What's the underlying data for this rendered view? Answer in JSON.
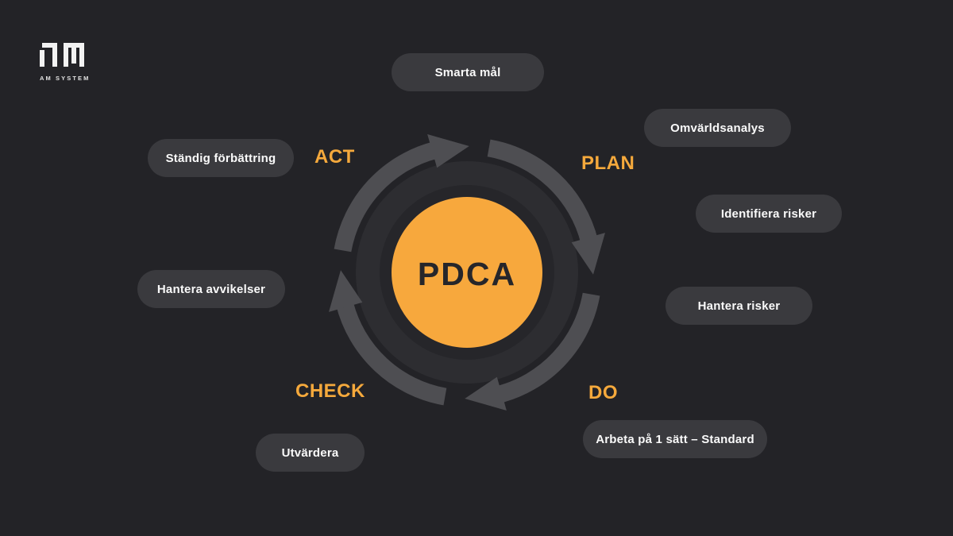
{
  "logo": {
    "brand": "AM SYSTEM"
  },
  "center": {
    "label": "PDCA"
  },
  "phases": [
    {
      "id": "act",
      "label": "ACT"
    },
    {
      "id": "plan",
      "label": "PLAN"
    },
    {
      "id": "check",
      "label": "CHECK"
    },
    {
      "id": "do",
      "label": "DO"
    }
  ],
  "pills": [
    {
      "label": "Smarta mål"
    },
    {
      "label": "Omvärldsanalys"
    },
    {
      "label": "Identifiera risker"
    },
    {
      "label": "Hantera risker"
    },
    {
      "label": "Arbeta på 1 sätt – Standard"
    },
    {
      "label": "Utvärdera"
    },
    {
      "label": "Hantera avvikelser"
    },
    {
      "label": "Ständig förbättring"
    }
  ],
  "colors": {
    "background": "#232327",
    "pill_background": "#3A3A3E",
    "pill_text": "#FAFAFA",
    "accent_orange": "#F5A93C",
    "center_circle_orange": "#F7A83D",
    "center_text": "#26262A",
    "arrow_gray": "#4E4E52",
    "ring_gray": "#2D2D31",
    "inner_disc": "#26262A",
    "logo_white": "#F2F2F2"
  }
}
